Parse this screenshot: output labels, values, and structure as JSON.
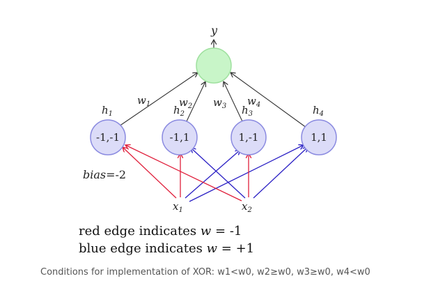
{
  "output_label": "y",
  "hidden_nodes": [
    {
      "label": "h",
      "sub": "1",
      "value": "-1,-1"
    },
    {
      "label": "h",
      "sub": "2",
      "value": "-1,1"
    },
    {
      "label": "h",
      "sub": "3",
      "value": "1,-1"
    },
    {
      "label": "h",
      "sub": "4",
      "value": "1,1"
    }
  ],
  "weights": [
    {
      "label": "w",
      "sub": "1"
    },
    {
      "label": "w",
      "sub": "2"
    },
    {
      "label": "w",
      "sub": "3"
    },
    {
      "label": "w",
      "sub": "4"
    }
  ],
  "inputs": [
    {
      "label": "x",
      "sub": "1"
    },
    {
      "label": "x",
      "sub": "2"
    }
  ],
  "bias": {
    "label": "bias",
    "value": "=-2"
  },
  "colors": {
    "red_edge": "#e0203c",
    "blue_edge": "#2a1fc4",
    "output_fill": "#c8f5c8",
    "hidden_fill": "#dcdcf8",
    "hidden_stroke": "#8a8ae0"
  },
  "legend": {
    "red": {
      "prefix": "red edge indicates",
      "var": "w",
      "value": "= -1"
    },
    "blue": {
      "prefix": "blue edge indicates",
      "var": "w",
      "value": "= +1"
    }
  },
  "caption": "Conditions for implementation of XOR: w1<w0, w2≥w0, w3≥w0, w4<w0"
}
